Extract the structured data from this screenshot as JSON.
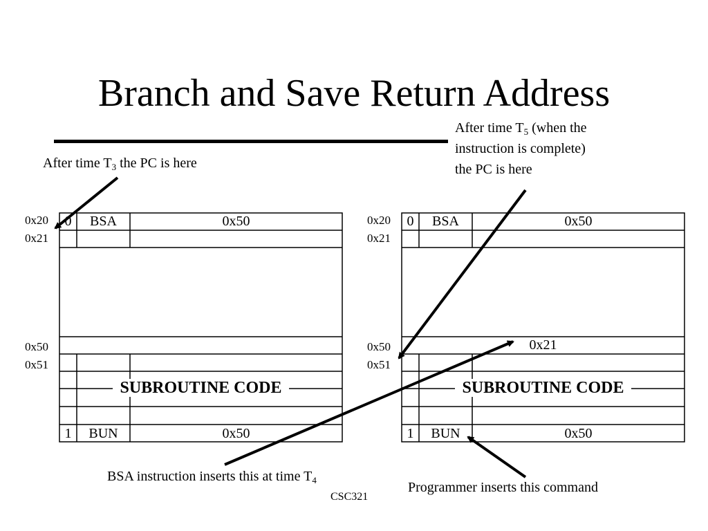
{
  "title": "Branch and Save Return Address",
  "annotations": {
    "left_pc": {
      "prefix": "After time T",
      "sub": "3",
      "suffix": " the PC is here"
    },
    "right_pc": {
      "line1_prefix": "After time T",
      "line1_sub": "5",
      "line1_suffix": " (when the",
      "line2": "instruction is complete)",
      "line3": "the PC is here"
    },
    "bsa_insert": {
      "prefix": "BSA instruction inserts this at time T",
      "sub": "4"
    },
    "programmer": "Programmer inserts this command"
  },
  "left_memory": {
    "addresses": [
      "0x20",
      "0x21",
      "0x50",
      "0x51"
    ],
    "row_0x20": {
      "i": "0",
      "opcode": "BSA",
      "operand": "0x50"
    },
    "row_0x50": "",
    "subroutine_label": "SUBROUTINE CODE",
    "last_row": {
      "i": "1",
      "opcode": "BUN",
      "operand": "0x50"
    }
  },
  "right_memory": {
    "addresses": [
      "0x20",
      "0x21",
      "0x50",
      "0x51"
    ],
    "row_0x20": {
      "i": "0",
      "opcode": "BSA",
      "operand": "0x50"
    },
    "row_0x50": "0x21",
    "subroutine_label": "SUBROUTINE CODE",
    "last_row": {
      "i": "1",
      "opcode": "BUN",
      "operand": "0x50"
    }
  },
  "footer": "CSC321"
}
